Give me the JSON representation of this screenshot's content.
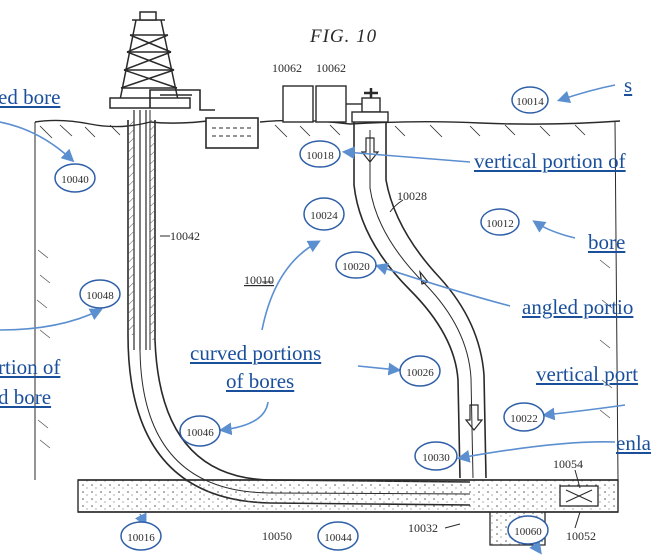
{
  "figure_title": "FIG. 10",
  "annotations": {
    "angled_bore_top": "ed bore",
    "s_top_right": "s",
    "vertical_portion_of": "vertical portion of",
    "bore": "bore",
    "angled_portion": "angled portio",
    "curved_portions_line1": "curved portions",
    "curved_portions_line2": "of bores",
    "vertical_port": "vertical port",
    "enla": "enla",
    "portion_of": "rtion of",
    "d_bore": "d bore"
  },
  "circled_refs": [
    "10014",
    "10018",
    "10040",
    "10024",
    "10012",
    "10020",
    "10048",
    "10026",
    "10022",
    "10046",
    "10030",
    "10016",
    "10044",
    "10060"
  ],
  "plain_refs": {
    "r10062a": "10062",
    "r10062b": "10062",
    "r10028": "10028",
    "r10042": "10042",
    "r10010": "10010",
    "r10054": "10054",
    "r10050": "10050",
    "r10032": "10032",
    "r10052": "10052"
  },
  "colors": {
    "annotation": "#1a4f9c",
    "arrow": "#5b8fd0",
    "circle": "#2f5fa8",
    "line_art": "#2a2a2a"
  }
}
